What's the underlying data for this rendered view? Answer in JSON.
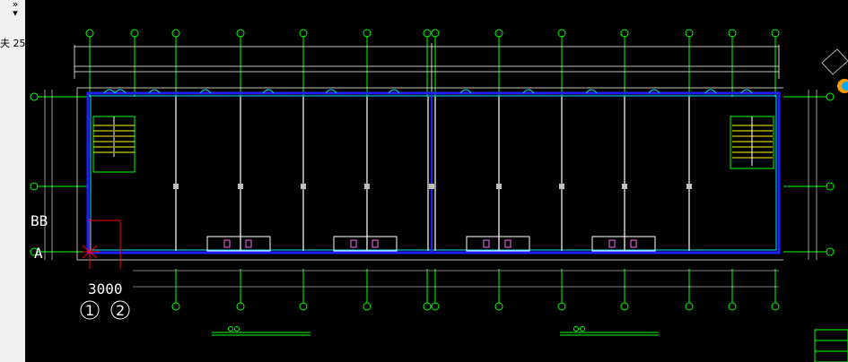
{
  "left_panel": {
    "collapse_label": "»",
    "dropdown_label": "▾",
    "field_text": "夫 25"
  },
  "drawing": {
    "ucs_x_label": "BB",
    "ucs_a_label": "A",
    "dimension_3000": "3000",
    "grid_label_1": "1",
    "grid_label_2": "2",
    "colors": {
      "background": "#000000",
      "grid_line": "#00ff00",
      "wall": "#2020ff",
      "glass": "#00e5ff",
      "column": "#d0d0d0",
      "ucs": "#ff0000"
    }
  }
}
